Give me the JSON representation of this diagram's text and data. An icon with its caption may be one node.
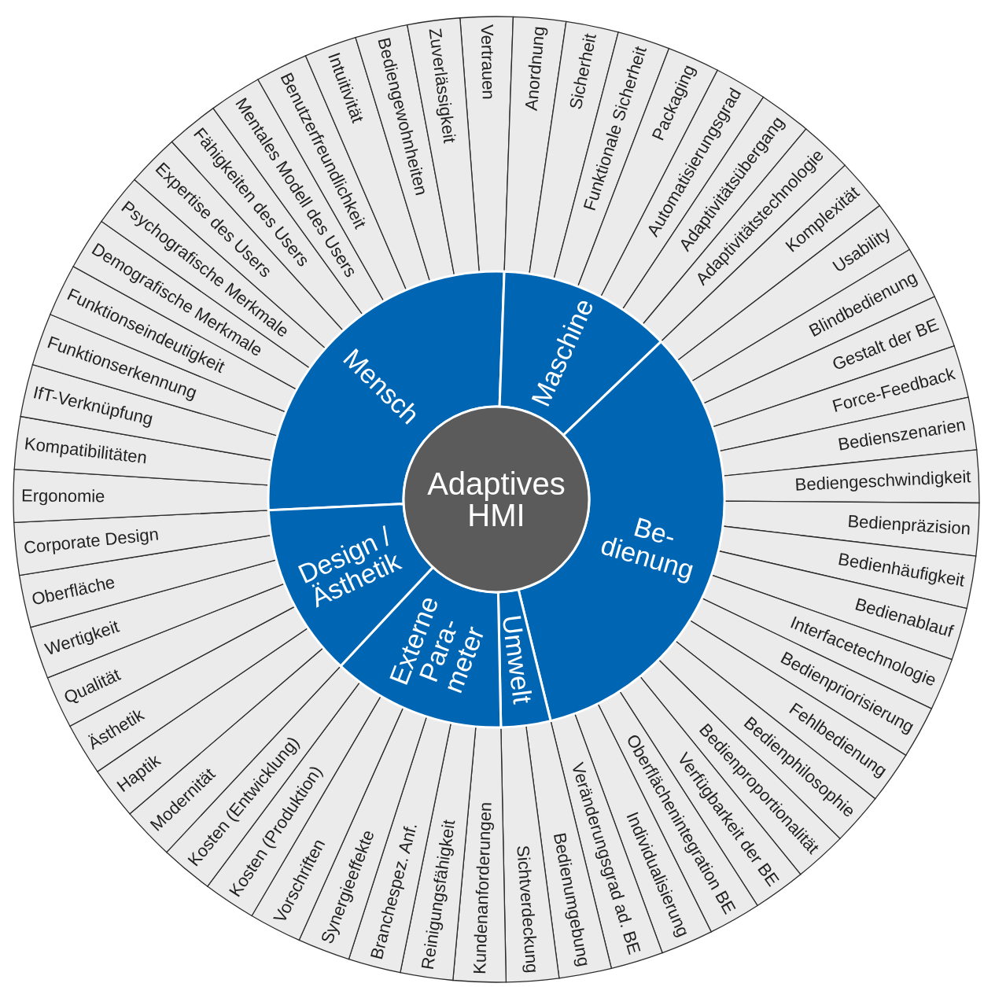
{
  "diagram": {
    "nodes": [
      {
        "text": [
          "Adaptives HMI"
        ]
      },
      {
        "text": [
          "Mensch"
        ]
      },
      {
        "text": [
          "Maschine"
        ]
      },
      {
        "text": [
          "Be- dienung"
        ]
      },
      {
        "text": [
          "Umwelt"
        ]
      },
      {
        "text": [
          "Externe Para- meter"
        ]
      },
      {
        "text": [
          "Design / Ästhetik"
        ]
      },
      {
        "text": [
          "Vertrauen"
        ]
      },
      {
        "text": [
          "Anordnung"
        ]
      },
      {
        "text": [
          "Sicherheit"
        ]
      },
      {
        "text": [
          "Funktionale Sicherheit"
        ]
      },
      {
        "text": [
          "Packaging"
        ]
      },
      {
        "text": [
          "Automatisierungsgrad"
        ]
      },
      {
        "text": [
          "Adaptivitätsübergang"
        ]
      },
      {
        "text": [
          "Adaptivitätstechnologie"
        ]
      },
      {
        "text": [
          "Komplexität"
        ]
      },
      {
        "text": [
          "Usability"
        ]
      },
      {
        "text": [
          "Blindbedienung"
        ]
      },
      {
        "text": [
          "Gestalt der BE"
        ]
      },
      {
        "text": [
          "Force-Feedback"
        ]
      },
      {
        "text": [
          "Bedienszenarien"
        ]
      },
      {
        "text": [
          "Bediengeschwindigkeit"
        ]
      },
      {
        "text": [
          "Bedienpräzision"
        ]
      },
      {
        "text": [
          "Bedienhäufigkeit"
        ]
      },
      {
        "text": [
          "Bedienablauf"
        ]
      },
      {
        "text": [
          "Interfacetechnologie"
        ]
      },
      {
        "text": [
          "Bedienpriorisierung"
        ]
      },
      {
        "text": [
          "Fehlbedienung"
        ]
      },
      {
        "text": [
          "Bedienphilosophie"
        ]
      },
      {
        "text": [
          "Bedienproportionalität"
        ]
      },
      {
        "text": [
          "Verfügbarkeit der BE"
        ]
      },
      {
        "text": [
          "Oberflächenintegration BE"
        ]
      },
      {
        "text": [
          "Individualisierung"
        ]
      },
      {
        "text": [
          "Veränderungsgrad ad. BE"
        ]
      },
      {
        "text": [
          "Bedienumgebung"
        ]
      },
      {
        "text": [
          "Sichtverdeckung"
        ]
      },
      {
        "text": [
          "Kundenanforderungen"
        ]
      },
      {
        "text": [
          "Reinigungsfähigkeit"
        ]
      },
      {
        "text": [
          "Branchespez. Anf."
        ]
      },
      {
        "text": [
          "Synergieeffekte"
        ]
      },
      {
        "text": [
          "Vorschriften"
        ]
      },
      {
        "text": [
          "Kosten (Produktion)"
        ]
      },
      {
        "text": [
          "Kosten (Entwicklung)"
        ]
      },
      {
        "text": [
          "Modernität"
        ]
      },
      {
        "text": [
          "Haptik"
        ]
      },
      {
        "text": [
          "Ästhetik"
        ]
      },
      {
        "text": [
          "Qualität"
        ]
      },
      {
        "text": [
          "Wertigkeit"
        ]
      },
      {
        "text": [
          "Oberfläche"
        ]
      },
      {
        "text": [
          "Corporate Design"
        ]
      },
      {
        "text": [
          "Ergonomie"
        ]
      },
      {
        "text": [
          "Kompatibilitäten"
        ]
      },
      {
        "text": [
          "IfT-Verknüpfung"
        ]
      },
      {
        "text": [
          "Funktionserkennung"
        ]
      },
      {
        "text": [
          "Funktionseindeutigkeit"
        ]
      },
      {
        "text": [
          "Demografische Merkmale"
        ]
      },
      {
        "text": [
          "Psychografische Merkmale"
        ]
      },
      {
        "text": [
          "Expertise des Users"
        ]
      },
      {
        "text": [
          "Fähigkeiten des Users"
        ]
      },
      {
        "text": [
          "Mentales Modell des Users"
        ]
      },
      {
        "text": [
          "Benutzerfreundlichkeit"
        ]
      },
      {
        "text": [
          "Intuitivität"
        ]
      },
      {
        "text": [
          "Bediengewohnheiten"
        ]
      },
      {
        "text": [
          "Zuverlässigkeit"
        ]
      }
    ]
  }
}
